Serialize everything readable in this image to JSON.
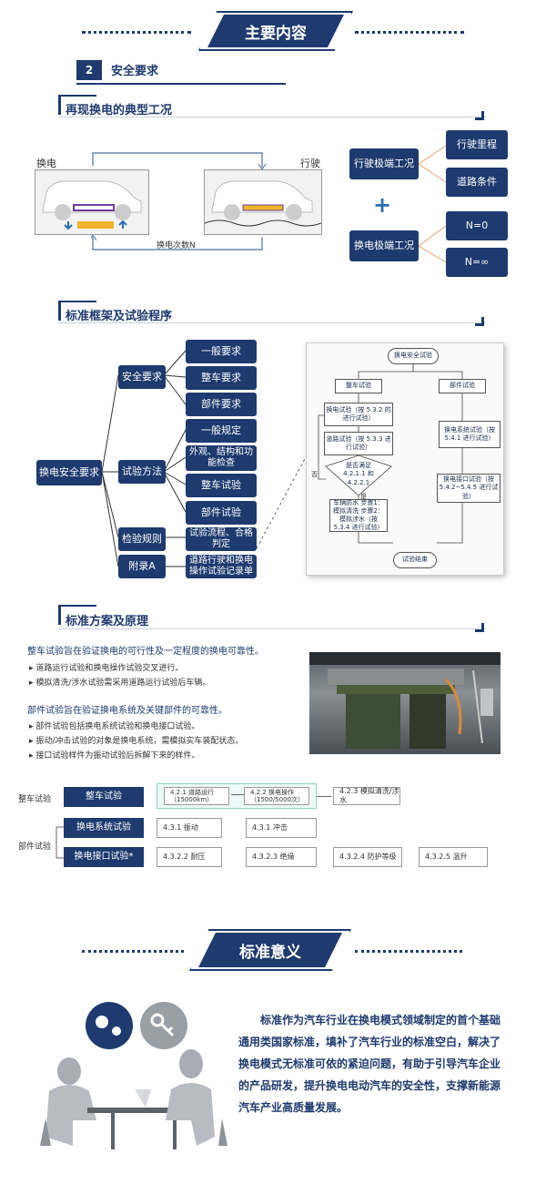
{
  "banner1": {
    "title": "主要内容"
  },
  "section2": {
    "num": "2",
    "title": "安全要求"
  },
  "head1": {
    "title": "再现换电的典型工况"
  },
  "swap": {
    "label_swap": "换电",
    "label_drive": "行驶",
    "label_count": "换电次数N",
    "drive_extreme": "行驶极端工况",
    "mileage": "行驶里程",
    "road": "道路条件",
    "swap_extreme": "换电极端工况",
    "n0": "N=0",
    "ninf": "N=∞",
    "plus": "+"
  },
  "head2": {
    "title": "标准框架及试验程序"
  },
  "tree": {
    "root": "换电安全要求",
    "safety": "安全要求",
    "general_req": "一般要求",
    "vehicle_req": "整车要求",
    "part_req": "部件要求",
    "method": "试验方法",
    "general_rule": "一般规定",
    "appearance": "外观、结构和功能检查",
    "vehicle_test": "整车试验",
    "part_test": "部件试验",
    "inspect": "检验规则",
    "inspect_desc": "试验流程、合格判定",
    "appendix": "附录A",
    "appendix_desc": "道路行驶和换电操作试验记录单"
  },
  "flow": {
    "start": "换电安全试验",
    "vehicle": "整车试验",
    "part": "部件试验",
    "swap_test": "换电试验（按 5.3.2 的进行试验）",
    "road_test": "道路试验（按 5.3.3 进行试验）",
    "decision": "是否满足 4.2.1.1 和 4.2.2.1",
    "no": "否",
    "yes": "是",
    "waterproof": "车辆防水 步骤1：模拟清洗 步骤2：模拟涉水（按 5.3.4 进行试验）",
    "sys_test": "换电系统试验（按 5.4.1 进行试验）",
    "iface_test": "换电接口试验（按 5.4.2~5.4.5 进行试验）",
    "end": "试验结束"
  },
  "head3": {
    "title": "标准方案及原理"
  },
  "principle": {
    "p1": "整车试验旨在验证换电的可行性及一定程度的换电可靠性。",
    "b1": "道路运行试验和换电操作试验交叉进行。",
    "b2": "模拟清洗/涉水试验需采用道路运行试验后车辆。",
    "p2": "部件试验旨在验证换电系统及关键部件的可靠性。",
    "b3": "部件试验包括换电系统试验和换电接口试验。",
    "b4": "振动/冲击试验的对象是换电系统，需模拟实车装配状态。",
    "b5": "接口试验样件为振动试验后拆解下来的样件。"
  },
  "table": {
    "vehicle_label": "整车试验",
    "vehicle_box": "整车试验",
    "c1": "4.2.1 道路运行（15000km）",
    "c2": "4.2.2 换电操作（1500/5000次）",
    "c3": "4.2.3 模拟清洗/涉水",
    "part_label": "部件试验",
    "sys_box": "换电系统试验",
    "s1": "4.3.1 振动",
    "s2": "4.3.1 冲击",
    "iface_box": "换电接口试验*",
    "i1": "4.3.2.2 耐压",
    "i2": "4.3.2.3 绝缘",
    "i3": "4.3.2.4 防护等级",
    "i4": "4.3.2.5 温升"
  },
  "banner2": {
    "title": "标准意义"
  },
  "meaning": {
    "text": "标准作为汽车行业在换电模式领域制定的首个基础通用类国家标准，填补了汽车行业的标准空白，解决了换电模式无标准可依的紧迫问题，有助于引导汽车企业的产品研发，提升换电电动汽车的安全性，支撑新能源汽车产业高质量发展。"
  },
  "colors": {
    "navy": "#1e3a6e",
    "accent": "#2b6cb0",
    "orange": "#f0b429"
  }
}
